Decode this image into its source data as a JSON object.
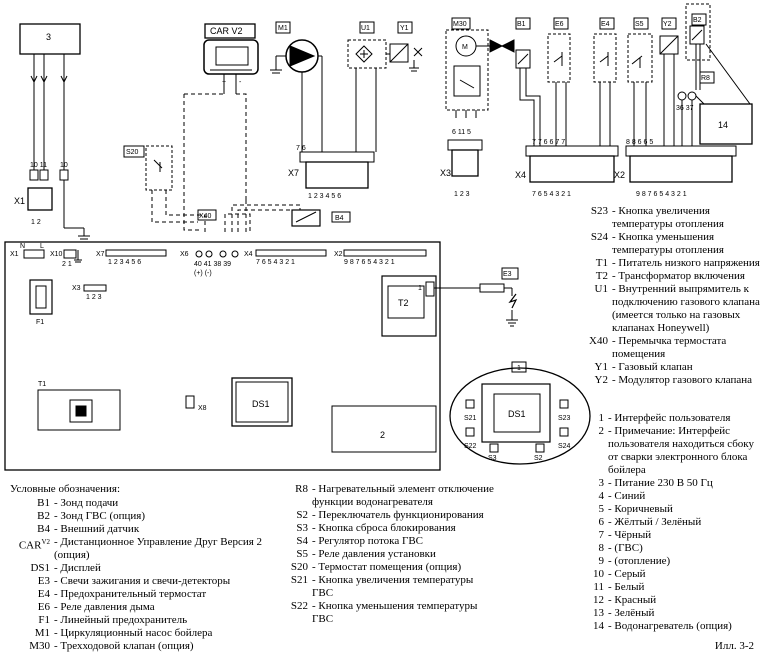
{
  "diagram": {
    "components": {
      "c3": "3",
      "carv2": "CAR V2",
      "m1": "M1",
      "u1": "U1",
      "y1": "Y1",
      "m30": "M30",
      "m_motor": "M",
      "b1": "B1",
      "e6": "E6",
      "e4": "E4",
      "s5": "S5",
      "y2": "Y2",
      "b2": "B2",
      "r8": "R8",
      "c14": "14",
      "s20": "S20",
      "x40": "X40",
      "b4": "B4",
      "e3": "E3",
      "t2": "T2",
      "t1": "T1",
      "f1": "F1",
      "ds1": "DS1",
      "c2": "2",
      "c1": "1",
      "s21": "S21",
      "s22": "S22",
      "s23": "S23",
      "s24": "S24",
      "s3": "S3",
      "s2": "S2",
      "x8": "X8"
    },
    "connectors": {
      "x1": "X1",
      "x7": "X7",
      "x3": "X3",
      "x4": "X4",
      "x2": "X2",
      "x1_board": "X1",
      "x10": "X10",
      "x7_board": "X7",
      "x6": "X6",
      "x4_board": "X4",
      "x2_board": "X2",
      "x3_board": "X3",
      "n": "N",
      "l": "L",
      "x1_pins": "1   2",
      "x7_pins": "1  2  3  4  5  6",
      "x3_pins": "1  2  3",
      "x4_pins": "7  6  5  4  3  2  1",
      "x2_pins": "9  8  7  6  5  4  3  2  1",
      "x10_pins": "2   1",
      "x7b_pins": "1  2  3  4  5  6",
      "x6_pins": "40 41 38 39",
      "x6_pol": "(+)  (-)",
      "x4b_pins": "7  6  5  4  3  2  1",
      "x2b_pins": "9  8  7  6  5  4  3  2  1",
      "x3b_pins": "1  2  3",
      "r8_pins": "36 37",
      "x1_wire_nums": "10   11",
      "x1_wire_mid": "10",
      "x7_wire_nums": "7  6",
      "x3_wire_nums": "6  11  5",
      "x4_wire_nums": "7 7  6 6  7 7",
      "x2_wire_nums": "8 8  6 6  5"
    }
  },
  "legend": {
    "header": "Условные обозначения:",
    "col1": [
      {
        "code": "B1",
        "desc": "- Зонд подачи"
      },
      {
        "code": "B2",
        "desc": "- Зонд ГВС (опция)"
      },
      {
        "code": "B4",
        "desc": "- Внешний датчик"
      },
      {
        "code": "CAR",
        "sup": "V2",
        "desc": "- Дистанционное Управление Друг Версия 2 (опция)"
      },
      {
        "code": "DS1",
        "desc": "- Дисплей"
      },
      {
        "code": "E3",
        "desc": "- Свечи зажигания и свечи-детекторы"
      },
      {
        "code": "E4",
        "desc": "- Предохранительный термостат"
      },
      {
        "code": "E6",
        "desc": "- Реле давления дыма"
      },
      {
        "code": "F1",
        "desc": "- Линейный предохранитель"
      },
      {
        "code": "M1",
        "desc": "- Циркуляционный насос бойлера"
      },
      {
        "code": "M30",
        "desc": "- Трехходовой клапан (опция)"
      }
    ],
    "col2": [
      {
        "code": "R8",
        "desc": "- Нагревательный элемент отключение функции водонагревателя"
      },
      {
        "code": "S2",
        "desc": "- Переключатель функционирования"
      },
      {
        "code": "S3",
        "desc": "- Кнопка сброса блокирования"
      },
      {
        "code": "S4",
        "desc": "- Регулятор потока ГВС"
      },
      {
        "code": "S5",
        "desc": "- Реле давления установки"
      },
      {
        "code": "S20",
        "desc": "- Термостат помещения (опция)"
      },
      {
        "code": "S21",
        "desc": "- Кнопка увеличения температуры ГВС"
      },
      {
        "code": "S22",
        "desc": "- Кнопка уменьшения температуры ГВС"
      }
    ],
    "col3": [
      {
        "code": "S23",
        "desc": "- Кнопка увеличения температуры отопления"
      },
      {
        "code": "S24",
        "desc": "- Кнопка уменьшения температуры отопления"
      },
      {
        "code": "T1",
        "desc": "- Питатель низкого напряжения"
      },
      {
        "code": "T2",
        "desc": "- Трансформатор включения"
      },
      {
        "code": "U1",
        "desc": "- Внутренний выпрямитель к подключению газового клапана (имеется только на газовых клапанах Honeywell)"
      },
      {
        "code": "X40",
        "desc": "- Перемычка термостата помещения"
      },
      {
        "code": "Y1",
        "desc": "- Газовый клапан"
      },
      {
        "code": "Y2",
        "desc": "- Модулятор газового клапана"
      }
    ],
    "col4": [
      {
        "code": "1",
        "desc": "- Интерфейс пользователя"
      },
      {
        "code": "2",
        "desc": "- Примечание: Интерфейс пользователя находиться сбоку от сварки электронного блока бойлера"
      },
      {
        "code": "3",
        "desc": "- Питание 230 В 50 Гц"
      },
      {
        "code": "4",
        "desc": "- Синий"
      },
      {
        "code": "5",
        "desc": "- Коричневый"
      },
      {
        "code": "6",
        "desc": "- Жёлтый / Зелёный"
      },
      {
        "code": "7",
        "desc": "- Чёрный"
      },
      {
        "code": "8",
        "desc": "- (ГВС)"
      },
      {
        "code": "9",
        "desc": "- (отопление)"
      },
      {
        "code": "10",
        "desc": "- Серый"
      },
      {
        "code": "11",
        "desc": "- Белый"
      },
      {
        "code": "12",
        "desc": "- Красный"
      },
      {
        "code": "13",
        "desc": "- Зелёный"
      },
      {
        "code": "14",
        "desc": "- Водонагреватель (опция)"
      }
    ]
  },
  "caption": "Илл. 3-2"
}
